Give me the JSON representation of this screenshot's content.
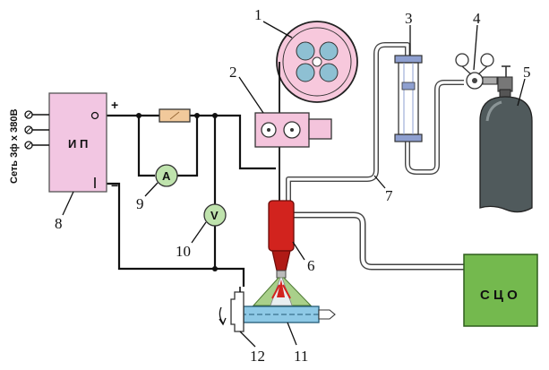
{
  "diagram": {
    "supply_label": "Сеть 3ф х 380В",
    "power_source_label": "И П",
    "power_source_plus": "+",
    "power_source_minus": "−",
    "ammeter_label": "A",
    "voltmeter_label": "V",
    "control_unit_label": "С Ц О",
    "numbers": [
      "1",
      "2",
      "3",
      "4",
      "5",
      "6",
      "7",
      "8",
      "9",
      "10",
      "11",
      "12"
    ]
  },
  "colors": {
    "power_source": "#f2c6e2",
    "spool": "#f7c8dc",
    "spool_holes": "#8ec0d3",
    "feeder": "#f4c4dc",
    "meter": "#bfe3ad",
    "torch": "#d2231e",
    "cylinder": "#505a5c",
    "control_unit": "#74b94e",
    "arc": "#a9d08a",
    "workpiece": "#8ec9e6",
    "flowmeter": "#8e9fd0"
  }
}
